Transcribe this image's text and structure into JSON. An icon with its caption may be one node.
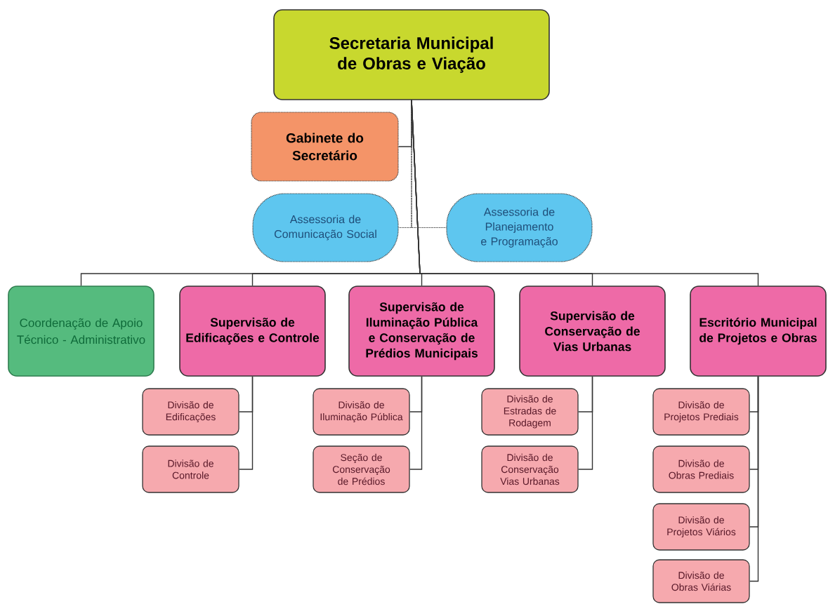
{
  "diagram": {
    "nodes": [
      {
        "text": [
          "Secretaria Municipal de Obras e Viação"
        ]
      },
      {
        "text": [
          "Gabinete do Secretário"
        ]
      },
      {
        "text": [
          "Assessoria de Comunicação Social"
        ]
      },
      {
        "text": [
          "Assessoria de Planejamento e Programação"
        ]
      },
      {
        "text": [
          "Coordenação de Apoio Técnico - Administrativo"
        ]
      },
      {
        "text": [
          "Supervisão de Edificações e Controle"
        ]
      },
      {
        "text": [
          "Supervisão de Iluminação Pública e Conservação de Prédios Municipais"
        ]
      },
      {
        "text": [
          "Supervisão de Conservação de Vias Urbanas"
        ]
      },
      {
        "text": [
          "Escritório Municipal de Projetos e Obras"
        ]
      },
      {
        "text": [
          "Divisão de Edificações"
        ]
      },
      {
        "text": [
          "Divisão de Controle"
        ]
      },
      {
        "text": [
          "Divisão de Iluminação Pública"
        ]
      },
      {
        "text": [
          "Seção de Conservação de Prédios"
        ]
      },
      {
        "text": [
          "Divisão de Estradas de Rodagem"
        ]
      },
      {
        "text": [
          "Divisão de Conservação Vias Urbanas"
        ]
      },
      {
        "text": [
          "Divisão de Projetos Prediais"
        ]
      },
      {
        "text": [
          "Divisão de Obras Prediais"
        ]
      },
      {
        "text": [
          "Divisão de Projetos Viários"
        ]
      },
      {
        "text": [
          "Divisão de Obras Viárias"
        ]
      }
    ],
    "edges": [
      {
        "from": 0,
        "to": 1,
        "arrow": "none"
      },
      {
        "from": 0,
        "to": 2,
        "arrow": "none",
        "style": "dashed"
      },
      {
        "from": 0,
        "to": 3,
        "arrow": "none",
        "style": "dashed"
      },
      {
        "from": 0,
        "to": 4,
        "arrow": "none"
      },
      {
        "from": 0,
        "to": 5,
        "arrow": "none"
      },
      {
        "from": 0,
        "to": 6,
        "arrow": "none"
      },
      {
        "from": 0,
        "to": 7,
        "arrow": "none"
      },
      {
        "from": 0,
        "to": 8,
        "arrow": "none"
      },
      {
        "from": 5,
        "to": 9,
        "arrow": "none"
      },
      {
        "from": 5,
        "to": 10,
        "arrow": "none"
      },
      {
        "from": 6,
        "to": 11,
        "arrow": "none"
      },
      {
        "from": 6,
        "to": 12,
        "arrow": "none"
      },
      {
        "from": 7,
        "to": 13,
        "arrow": "none"
      },
      {
        "from": 7,
        "to": 14,
        "arrow": "none"
      },
      {
        "from": 8,
        "to": 15,
        "arrow": "none"
      },
      {
        "from": 8,
        "to": 16,
        "arrow": "none"
      },
      {
        "from": 8,
        "to": 17,
        "arrow": "none"
      },
      {
        "from": 8,
        "to": 18,
        "arrow": "none"
      }
    ]
  }
}
